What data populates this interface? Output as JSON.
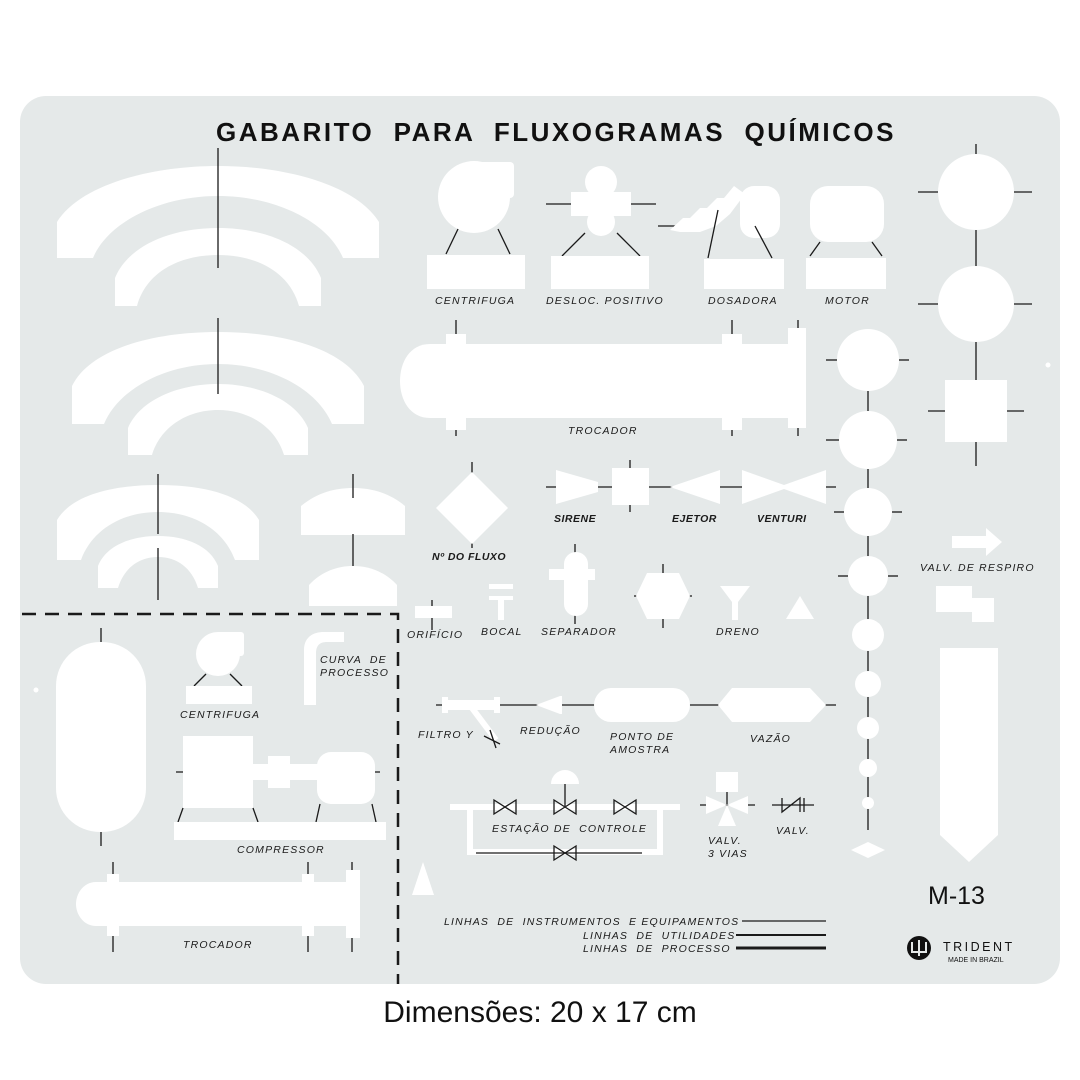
{
  "title": "GABARITO  PARA  FLUXOGRAMAS  QUÍMICOS",
  "model": "M-13",
  "brand": {
    "name": "TRIDENT",
    "made_in": "MADE IN BRAZIL"
  },
  "dimensions": "Dimensões: 20 x 17 cm",
  "labels": {
    "centrifuga": "CENTRIFUGA",
    "desloc_positivo": "DESLOC. POSITIVO",
    "dosadora": "DOSADORA",
    "motor": "MOTOR",
    "trocador": "TROCADOR",
    "sirene": "SIRENE",
    "ejetor": "EJETOR",
    "venturi": "VENTURI",
    "n_do_fluxo": "Nº DO FLUXO",
    "valv_respiro": "VALV. DE RESPIRO",
    "orificio": "ORIFÍCIO",
    "bocal": "BOCAL",
    "separador": "SEPARADOR",
    "dreno": "DRENO",
    "curva_processo_1": "CURVA  DE",
    "curva_processo_2": "PROCESSO",
    "centrifuga_2": "CENTRIFUGA",
    "filtro_y": "FILTRO Y",
    "reducao": "REDUÇÃO",
    "ponto_amostra_1": "PONTO DE",
    "ponto_amostra_2": "AMOSTRA",
    "vazao": "VAZÃO",
    "compressor": "COMPRESSOR",
    "estacao_controle": "ESTAÇÃO DE  CONTROLE",
    "valv_3vias_1": "VALV.",
    "valv_3vias_2": "3 VIAS",
    "valv": "VALV.",
    "trocador_2": "TROCADOR",
    "linhas_instrumentos": "LINHAS  DE  INSTRUMENTOS  E EQUIPAMENTOS",
    "linhas_utilidades": "LINHAS  DE  UTILIDADES",
    "linhas_processo": "LINHAS  DE  PROCESSO"
  },
  "colors": {
    "plate": "#e5e9e9",
    "cutout": "#ffffff",
    "ink": "#1a1a1a"
  }
}
